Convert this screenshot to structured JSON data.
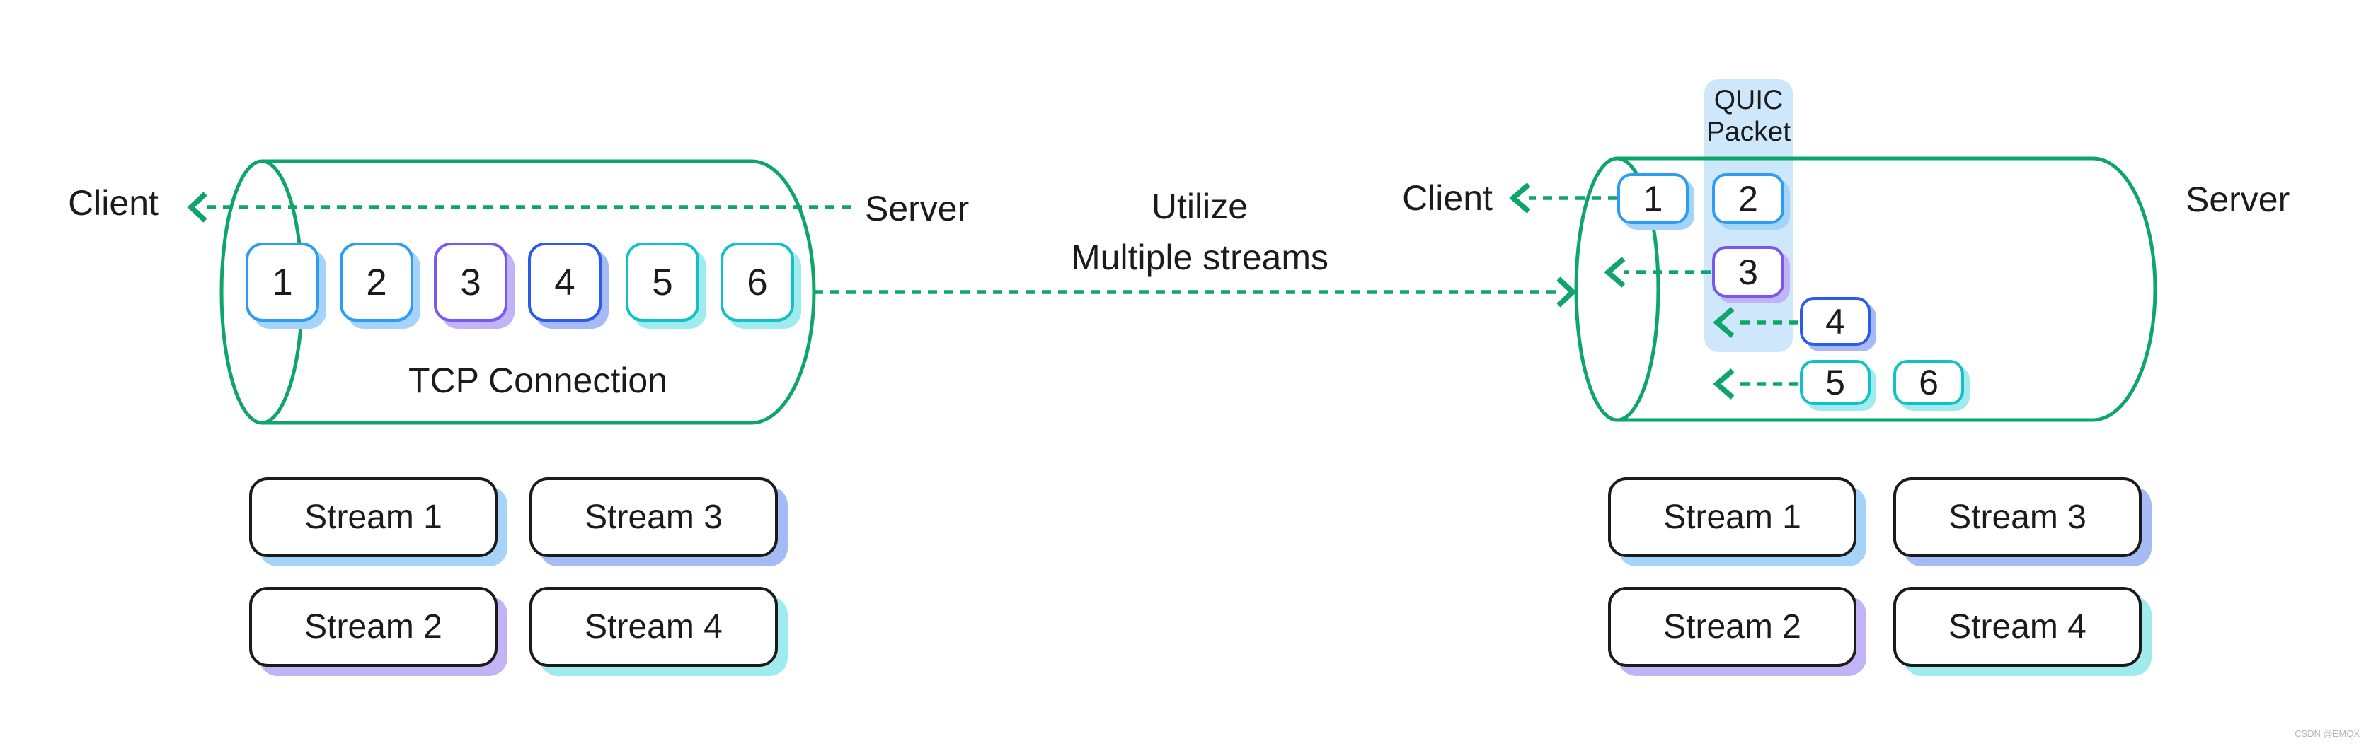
{
  "title": "TCP connection vs QUIC multiple streams diagram",
  "left_diagram": {
    "client_label": "Client",
    "server_label": "Server",
    "connection_label": "TCP Connection",
    "packets": [
      {
        "label": "1",
        "color": "blue"
      },
      {
        "label": "2",
        "color": "blue"
      },
      {
        "label": "3",
        "color": "purple"
      },
      {
        "label": "4",
        "color": "royal_blue"
      },
      {
        "label": "5",
        "color": "teal"
      },
      {
        "label": "6",
        "color": "teal"
      }
    ],
    "streams": [
      {
        "label": "Stream 1",
        "color": "blue"
      },
      {
        "label": "Stream 2",
        "color": "purple"
      },
      {
        "label": "Stream 3",
        "color": "royal_blue"
      },
      {
        "label": "Stream 4",
        "color": "teal"
      }
    ]
  },
  "center": {
    "caption_line1": "Utilize",
    "caption_line2": "Multiple streams"
  },
  "right_diagram": {
    "client_label": "Client",
    "server_label": "Server",
    "quic_label_line1": "QUIC",
    "quic_label_line2": "Packet",
    "packets": [
      {
        "label": "1",
        "color": "blue"
      },
      {
        "label": "2",
        "color": "blue"
      },
      {
        "label": "3",
        "color": "purple"
      },
      {
        "label": "4",
        "color": "royal_blue"
      },
      {
        "label": "5",
        "color": "teal"
      },
      {
        "label": "6",
        "color": "teal"
      }
    ],
    "streams": [
      {
        "label": "Stream 1",
        "color": "blue"
      },
      {
        "label": "Stream 2",
        "color": "purple"
      },
      {
        "label": "Stream 3",
        "color": "royal_blue"
      },
      {
        "label": "Stream 4",
        "color": "teal"
      }
    ]
  },
  "watermark": {
    "text": "CSDN @EMQX"
  },
  "colors": {
    "green": "#0ea56a",
    "blue": "#2d9cf4",
    "purple": "#7659ee",
    "royal_blue": "#2b5be8",
    "teal": "#10c1c9",
    "blue_shadow": "#a6d3f9",
    "purple_shadow": "#c2b3f6",
    "royal_blue_shadow": "#a6baf6",
    "teal_shadow": "#a0ebee",
    "quic_band": "#cfe7fb",
    "text": "#1b1b1b",
    "watermark": "#b5b5b5"
  }
}
